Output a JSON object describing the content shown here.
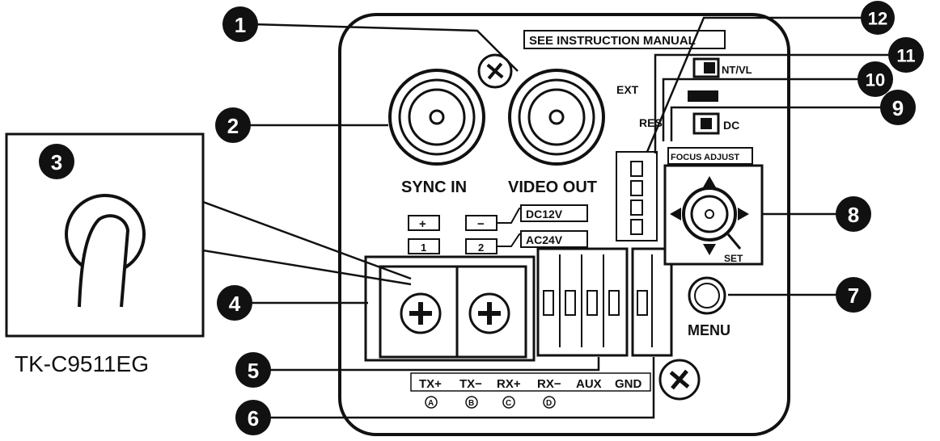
{
  "model": "TK-C9511EG",
  "panel_labels": {
    "see_manual": "SEE INSTRUCTION MANUAL",
    "sync_in": "SYNC IN",
    "video_out": "VIDEO OUT",
    "plus": "+",
    "minus": "−",
    "one": "1",
    "two": "2",
    "dc12v": "DC12V",
    "ac24v": "AC24V",
    "focus_adjust": "FOCUS ADJUST",
    "set": "SET",
    "menu": "MENU",
    "nt_vl": "NT/VL",
    "dc": "DC",
    "ext": "EXT",
    "res": "RES",
    "tx_plus": "TX+",
    "tx_minus": "TX−",
    "rx_plus": "RX+",
    "rx_minus": "RX−",
    "aux": "AUX",
    "gnd": "GND",
    "a": "A",
    "b": "B",
    "c": "C",
    "d": "D"
  },
  "callouts": [
    "1",
    "2",
    "3",
    "4",
    "5",
    "6",
    "7",
    "8",
    "9",
    "10",
    "11",
    "12"
  ]
}
